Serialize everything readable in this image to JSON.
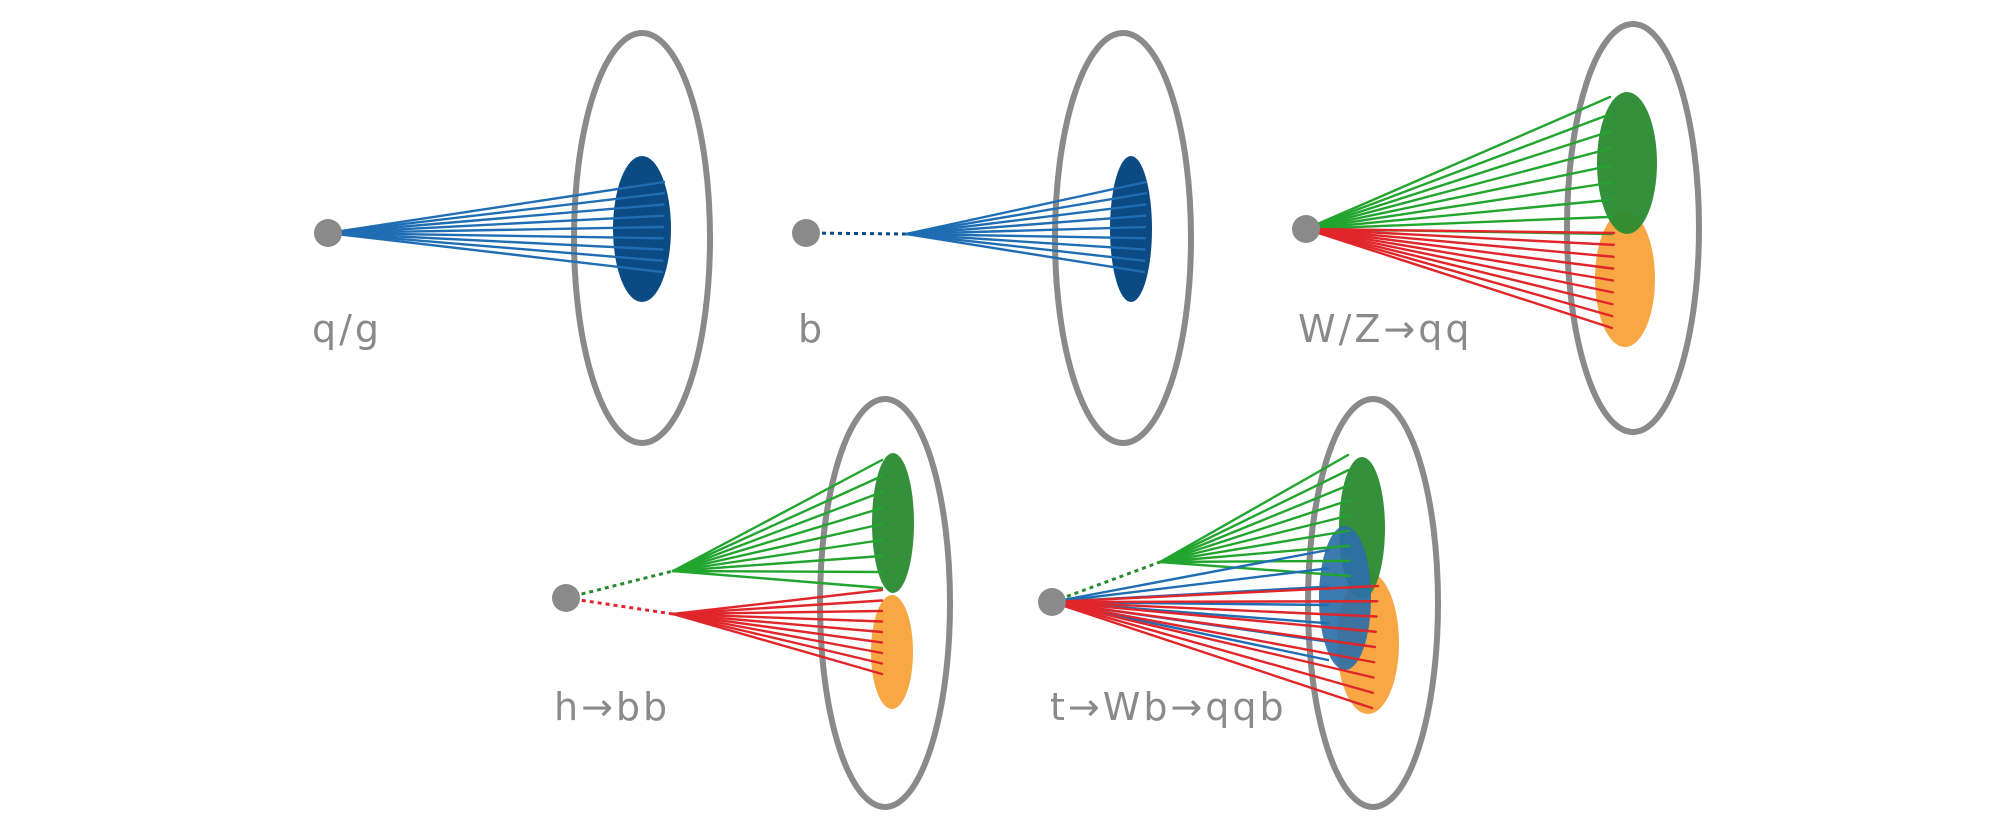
{
  "colors": {
    "outline": "#8a8a8a",
    "origin": "#8a8a8a",
    "blue": "#1f6db3",
    "blue_dark": "#0c4a84",
    "green": "#22a52e",
    "green_dark": "#2a8a30",
    "red": "#e0262b",
    "orange": "#f7a23a"
  },
  "jets": [
    {
      "id": "qg",
      "label": "q/g"
    },
    {
      "id": "b",
      "label": "b"
    },
    {
      "id": "wz",
      "label": "W/Z→qq"
    },
    {
      "id": "hbb",
      "label": "h→bb"
    },
    {
      "id": "top",
      "label": "t→Wb→qqb"
    }
  ]
}
